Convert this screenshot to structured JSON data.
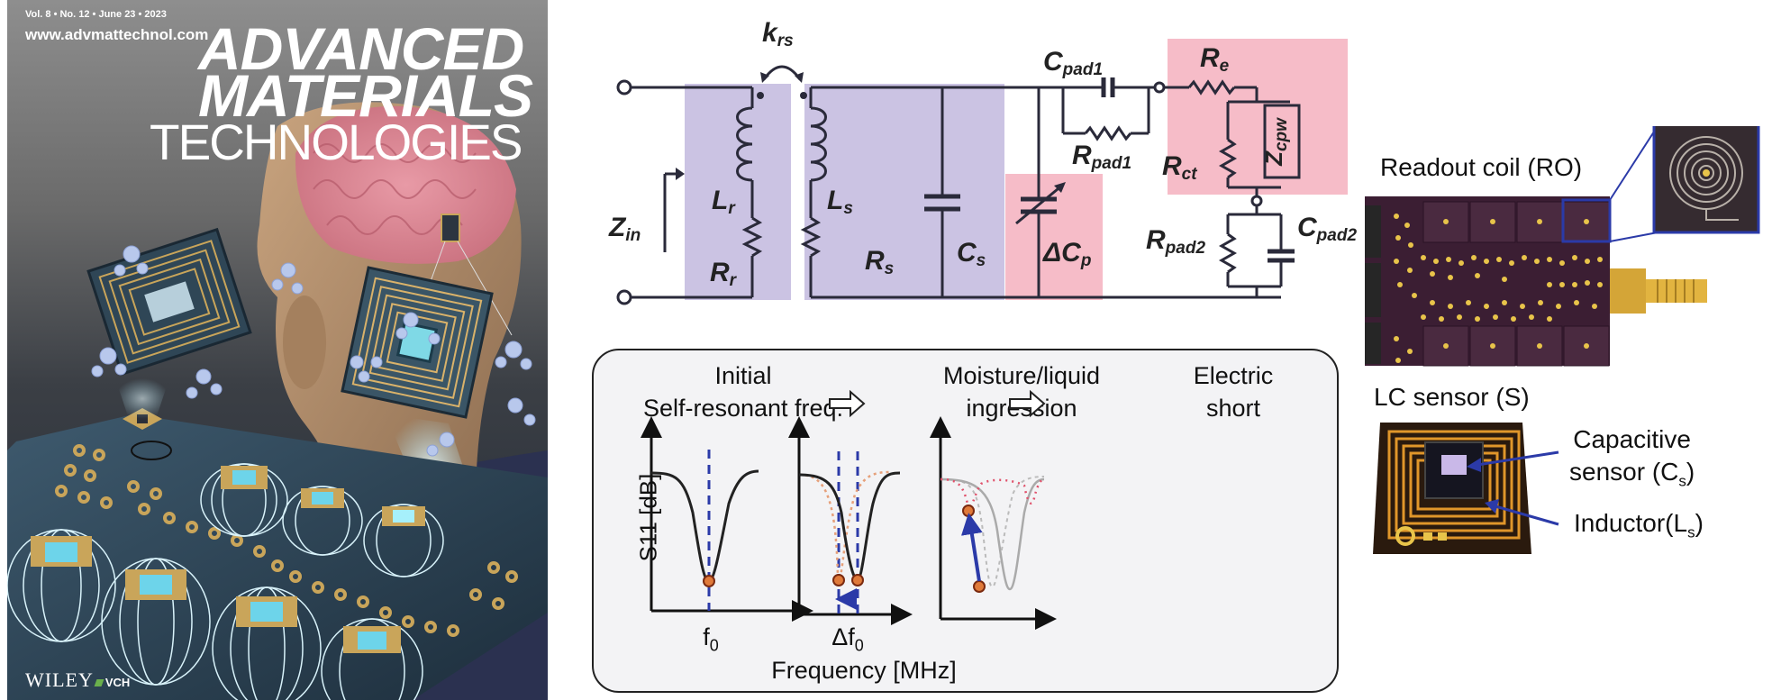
{
  "cover": {
    "issue_line": "Vol. 8 • No. 12 • June 23 • 2023",
    "url": "www.advmattechnol.com",
    "title_line1": "ADVANCED",
    "title_line2": "MATERIALS",
    "title_line3": "TECHNOLOGIES",
    "publisher": "WILEY",
    "publisher_suffix": "VCH",
    "illustration": "Head with brain and implanted chip, LC sensor chips with water molecules, readout board with wireless magnetic field coils"
  },
  "circuit": {
    "labels": {
      "krs": {
        "main": "k",
        "sub": "rs"
      },
      "zin": {
        "main": "Z",
        "sub": "in"
      },
      "lr": {
        "main": "L",
        "sub": "r"
      },
      "rr": {
        "main": "R",
        "sub": "r"
      },
      "ls": {
        "main": "L",
        "sub": "s"
      },
      "rs": {
        "main": "R",
        "sub": "s"
      },
      "cs": {
        "main": "C",
        "sub": "s"
      },
      "dcp": {
        "main": "ΔC",
        "sub": "p"
      },
      "cpad1": {
        "main": "C",
        "sub": "pad1"
      },
      "rpad1": {
        "main": "R",
        "sub": "pad1"
      },
      "re": {
        "main": "R",
        "sub": "e"
      },
      "rct": {
        "main": "R",
        "sub": "ct"
      },
      "zcpw": {
        "main": "Z",
        "sub": "cpw"
      },
      "rpad2": {
        "main": "R",
        "sub": "pad2"
      },
      "cpad2": {
        "main": "C",
        "sub": "pad2"
      }
    },
    "colors": {
      "coil_region": "#cbc3e3",
      "leak_region": "#f6bcc8",
      "wire": "#2a2a3a"
    }
  },
  "sensing": {
    "stage1_title_l1": "Initial",
    "stage1_title_l2": "Self-resonant freq.",
    "stage2_title_l1": "Moisture/liquid",
    "stage2_title_l2": "ingression",
    "stage3_title_l1": "Electric",
    "stage3_title_l2": "short",
    "ylabel": "S11 [dB]",
    "x_marker_1": "f",
    "x_marker_1_sub": "0",
    "x_marker_2": "Δf",
    "x_marker_2_sub": "0",
    "xlabel": "Frequency [MHz]",
    "colors": {
      "curve": "#222222",
      "marker_line": "#2b3aa8",
      "shifted": "#e6a07a",
      "short": "#e0506a",
      "faded": "#aaaaaa",
      "dot": "#c8501e"
    }
  },
  "photos": {
    "readout_caption": "Readout coil (RO)",
    "sensor_caption": "LC sensor (S)",
    "cap_label_l1": "Capacitive",
    "cap_label_l2": "sensor (C",
    "cap_label_sub": "s",
    "cap_label_end": ")",
    "ind_label": "Inductor(L",
    "ind_label_sub": "s",
    "ind_label_end": ")"
  }
}
